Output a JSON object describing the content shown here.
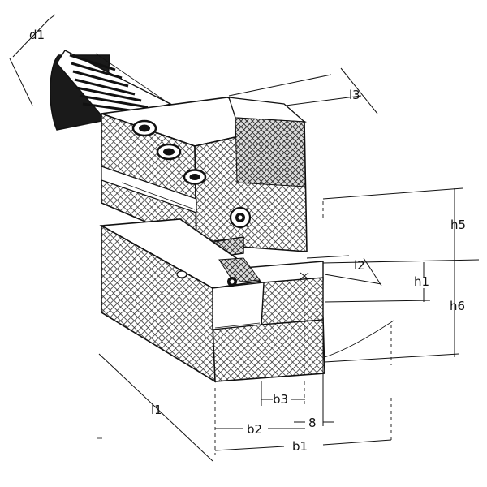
{
  "labels": {
    "d1": "d1",
    "l3": "l3",
    "h5": "h5",
    "l2": "l2",
    "h1": "h1",
    "h6": "h6",
    "l1": "l1",
    "b3": "b3",
    "eight": "8",
    "b2": "b2",
    "b1": "b1"
  },
  "colors": {
    "line": "#111111",
    "hatch": "#333333",
    "background": "#ffffff",
    "shank": "#1a1a1a"
  },
  "icons": {
    "screw": "socket-screw-icon",
    "holes": "counterbore-hole-icon"
  }
}
